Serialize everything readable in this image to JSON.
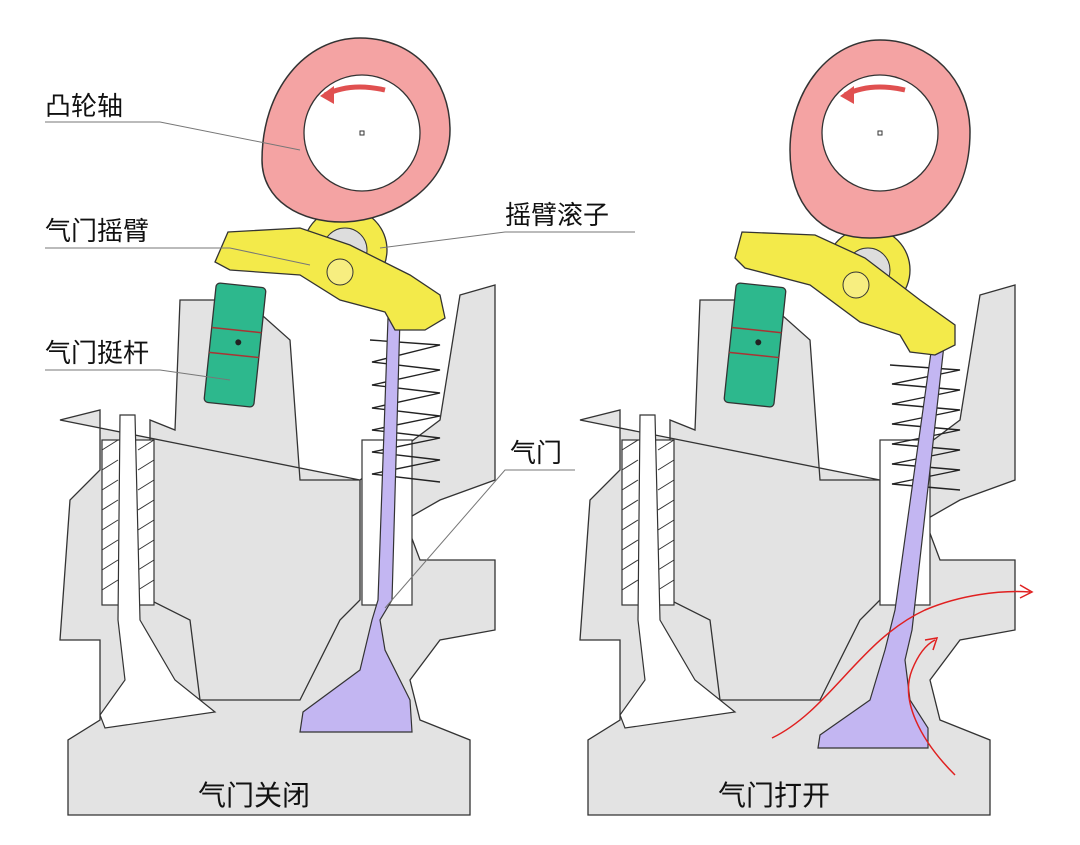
{
  "labels": {
    "camshaft": "凸轮轴",
    "rocker_arm": "气门摇臂",
    "rocker_roller": "摇臂滚子",
    "lifter": "气门挺杆",
    "valve": "气门"
  },
  "captions": {
    "closed": "气门关闭",
    "open": "气门打开"
  },
  "colors": {
    "camshaft": "#f4a3a3",
    "rocker_arm": "#f3ea4a",
    "lifter": "#2db88d",
    "valve": "#c3b6f2",
    "head": "#e3e3e3",
    "airflow": "#e02020"
  }
}
